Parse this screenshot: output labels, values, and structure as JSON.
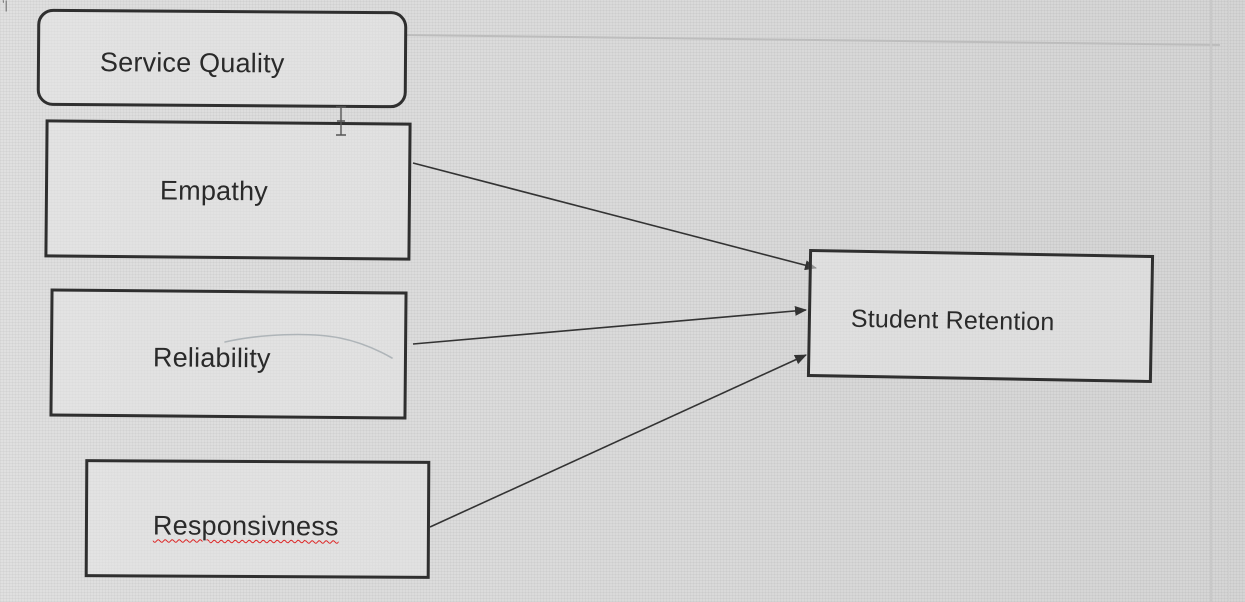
{
  "diagram": {
    "nodes": {
      "service_quality": "Service Quality",
      "empathy": "Empathy",
      "reliability": "Reliability",
      "responsiveness": "Responsivness",
      "student_retention": "Student Retention"
    },
    "edges": [
      {
        "from": "empathy",
        "to": "student_retention"
      },
      {
        "from": "reliability",
        "to": "student_retention"
      },
      {
        "from": "responsiveness",
        "to": "student_retention"
      }
    ],
    "colors": {
      "line": "#333333",
      "box_border": "#2f2f2f",
      "spellcheck_underline": "#dd2222"
    }
  }
}
